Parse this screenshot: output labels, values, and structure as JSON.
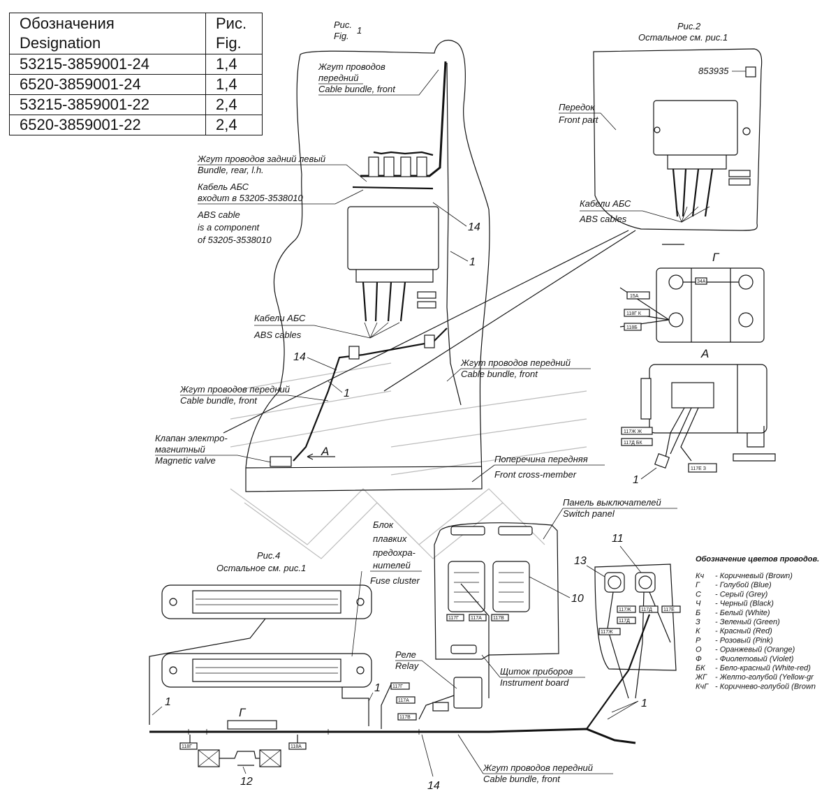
{
  "table": {
    "header": {
      "designation_ru": "Обозначения",
      "designation_en": "Designation",
      "fig_ru": "Рис.",
      "fig_en": "Fig."
    },
    "rows": [
      {
        "designation": "53215-3859001-24",
        "fig": "1,4"
      },
      {
        "designation": "6520-3859001-24",
        "fig": "1,4"
      },
      {
        "designation": "53215-3859001-22",
        "fig": "2,4"
      },
      {
        "designation": "6520-3859001-22",
        "fig": "2,4"
      }
    ]
  },
  "fig1": {
    "title_ru": "Рис.",
    "title_en": "Fig.",
    "title_num": "1",
    "front_bundle_ru": "Жгут проводов",
    "front_bundle_ru2": "передний",
    "front_bundle_en": "Cable bundle, front",
    "rear_bundle_ru": "Жгут проводов задний левый",
    "rear_bundle_en": "Bundle, rear, l.h.",
    "abs_cable_ru1": "Кабель АБС",
    "abs_cable_ru2": "входит в 53205-3538010",
    "abs_cable_en1": "ABS cable",
    "abs_cable_en2": "is a component",
    "abs_cable_en3": "of 53205-3538010",
    "abs_cables_ru": "Кабели АБС",
    "abs_cables_en": "ABS cables",
    "front_bundle2_ru": "Жгут проводов передний",
    "front_bundle2_en": "Cable bundle, front",
    "front_bundle3_ru": "Жгут проводов передний",
    "front_bundle3_en": "Cable bundle, front",
    "valve_ru1": "Клапан электро-",
    "valve_ru2": "магнитный",
    "valve_en": "Magnetic valve",
    "cross_member_ru": "Поперечина передняя",
    "cross_member_en": "Front cross-member",
    "view_a": "A",
    "num_14a": "14",
    "num_1a": "1",
    "num_14b": "14",
    "num_1b": "1"
  },
  "fig2": {
    "title": "Рис.2",
    "subtitle": "Остальное см. рис.1",
    "part_number": "853935",
    "front_part_ru": "Передок",
    "front_part_en": "Front part",
    "abs_cables_ru": "Кабели АБС",
    "abs_cables_en": "ABS cables"
  },
  "view_g": {
    "title": "Г",
    "tags": [
      "15А",
      "118Г К",
      "118Б",
      "34А"
    ]
  },
  "view_a": {
    "title": "A",
    "tags": [
      "117Ж Ж",
      "117Д БК",
      "117Е З"
    ],
    "num_1": "1"
  },
  "fig4": {
    "title": "Рис.4",
    "subtitle": "Остальное см. рис.1",
    "switch_panel_ru": "Панель выключателей",
    "switch_panel_en": "Switch panel",
    "fuse_ru1": "Блок",
    "fuse_ru2": "плавких",
    "fuse_ru3": "предохра-",
    "fuse_ru4": "нителей",
    "fuse_en": "Fuse cluster",
    "relay_ru": "Реле",
    "relay_en": "Relay",
    "instrument_ru": "Щиток приборов",
    "instrument_en": "Instrument board",
    "bundle_ru": "Жгут проводов передний",
    "bundle_en": "Cable bundle, front",
    "g_mark": "Г",
    "num_10": "10",
    "num_11": "11",
    "num_13": "13",
    "num_12": "12",
    "num_14": "14",
    "num_1a": "1",
    "num_1b": "1",
    "num_1c": "1",
    "tags": [
      "117Г",
      "117А",
      "117В",
      "117Ж",
      "117Д",
      "117Е",
      "117Г",
      "117А",
      "117В",
      "118Г",
      "118А",
      "117Ж",
      "117Д",
      "117Е"
    ]
  },
  "legend": {
    "title": "Обозначение цветов проводов.",
    "items": [
      {
        "code": "Кч",
        "text": "- Коричневый (Brown)"
      },
      {
        "code": "Г",
        "text": "- Голубой (Blue)"
      },
      {
        "code": "С",
        "text": "- Серый (Grey)"
      },
      {
        "code": "Ч",
        "text": "- Черный (Black)"
      },
      {
        "code": "Б",
        "text": "- Белый (White)"
      },
      {
        "code": "З",
        "text": "- Зеленый (Green)"
      },
      {
        "code": "К",
        "text": "- Красный (Red)"
      },
      {
        "code": "Р",
        "text": "- Розовый (Pink)"
      },
      {
        "code": "О",
        "text": "- Оранжевый (Orange)"
      },
      {
        "code": "Ф",
        "text": "- Фиолетовый (Violet)"
      },
      {
        "code": "БК",
        "text": "- Бело-красный (White-red)"
      },
      {
        "code": "ЖГ",
        "text": "- Желто-голубой (Yellow-gr"
      },
      {
        "code": "КчГ",
        "text": "- Коричнево-голубой (Brown"
      }
    ]
  }
}
